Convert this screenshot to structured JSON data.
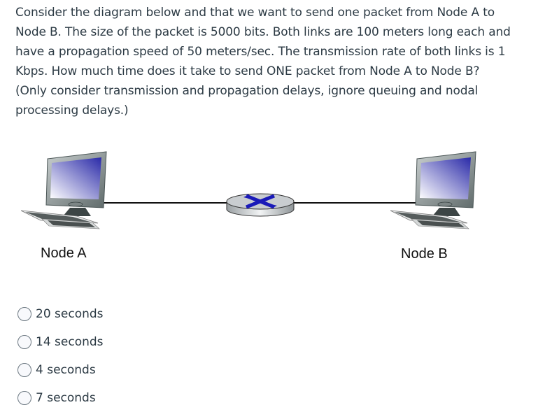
{
  "question": {
    "lines": [
      "Consider the diagram below and that we want to send one packet from Node A to",
      "Node B. The size of the packet is 5000 bits. Both links are 100 meters long each and",
      "have a propagation speed of 50 meters/sec. The transmission rate of both links is 1",
      "Kbps. How much time does it take to send ONE packet from Node A to Node B?",
      "(Only consider transmission and propagation delays, ignore queuing and nodal",
      "processing delays.)"
    ]
  },
  "diagram": {
    "node_a_label": "Node A",
    "node_b_label": "Node B",
    "node_icon": "desktop-computer-icon",
    "router_icon": "router-icon",
    "screen_gradient": [
      "#2a2aa8",
      "#ffffff"
    ],
    "router_accent": "#1a1ab8"
  },
  "options": [
    {
      "label": "20 seconds",
      "selected": false
    },
    {
      "label": "14 seconds",
      "selected": false
    },
    {
      "label": "4 seconds",
      "selected": false
    },
    {
      "label": "7 seconds",
      "selected": false
    }
  ]
}
